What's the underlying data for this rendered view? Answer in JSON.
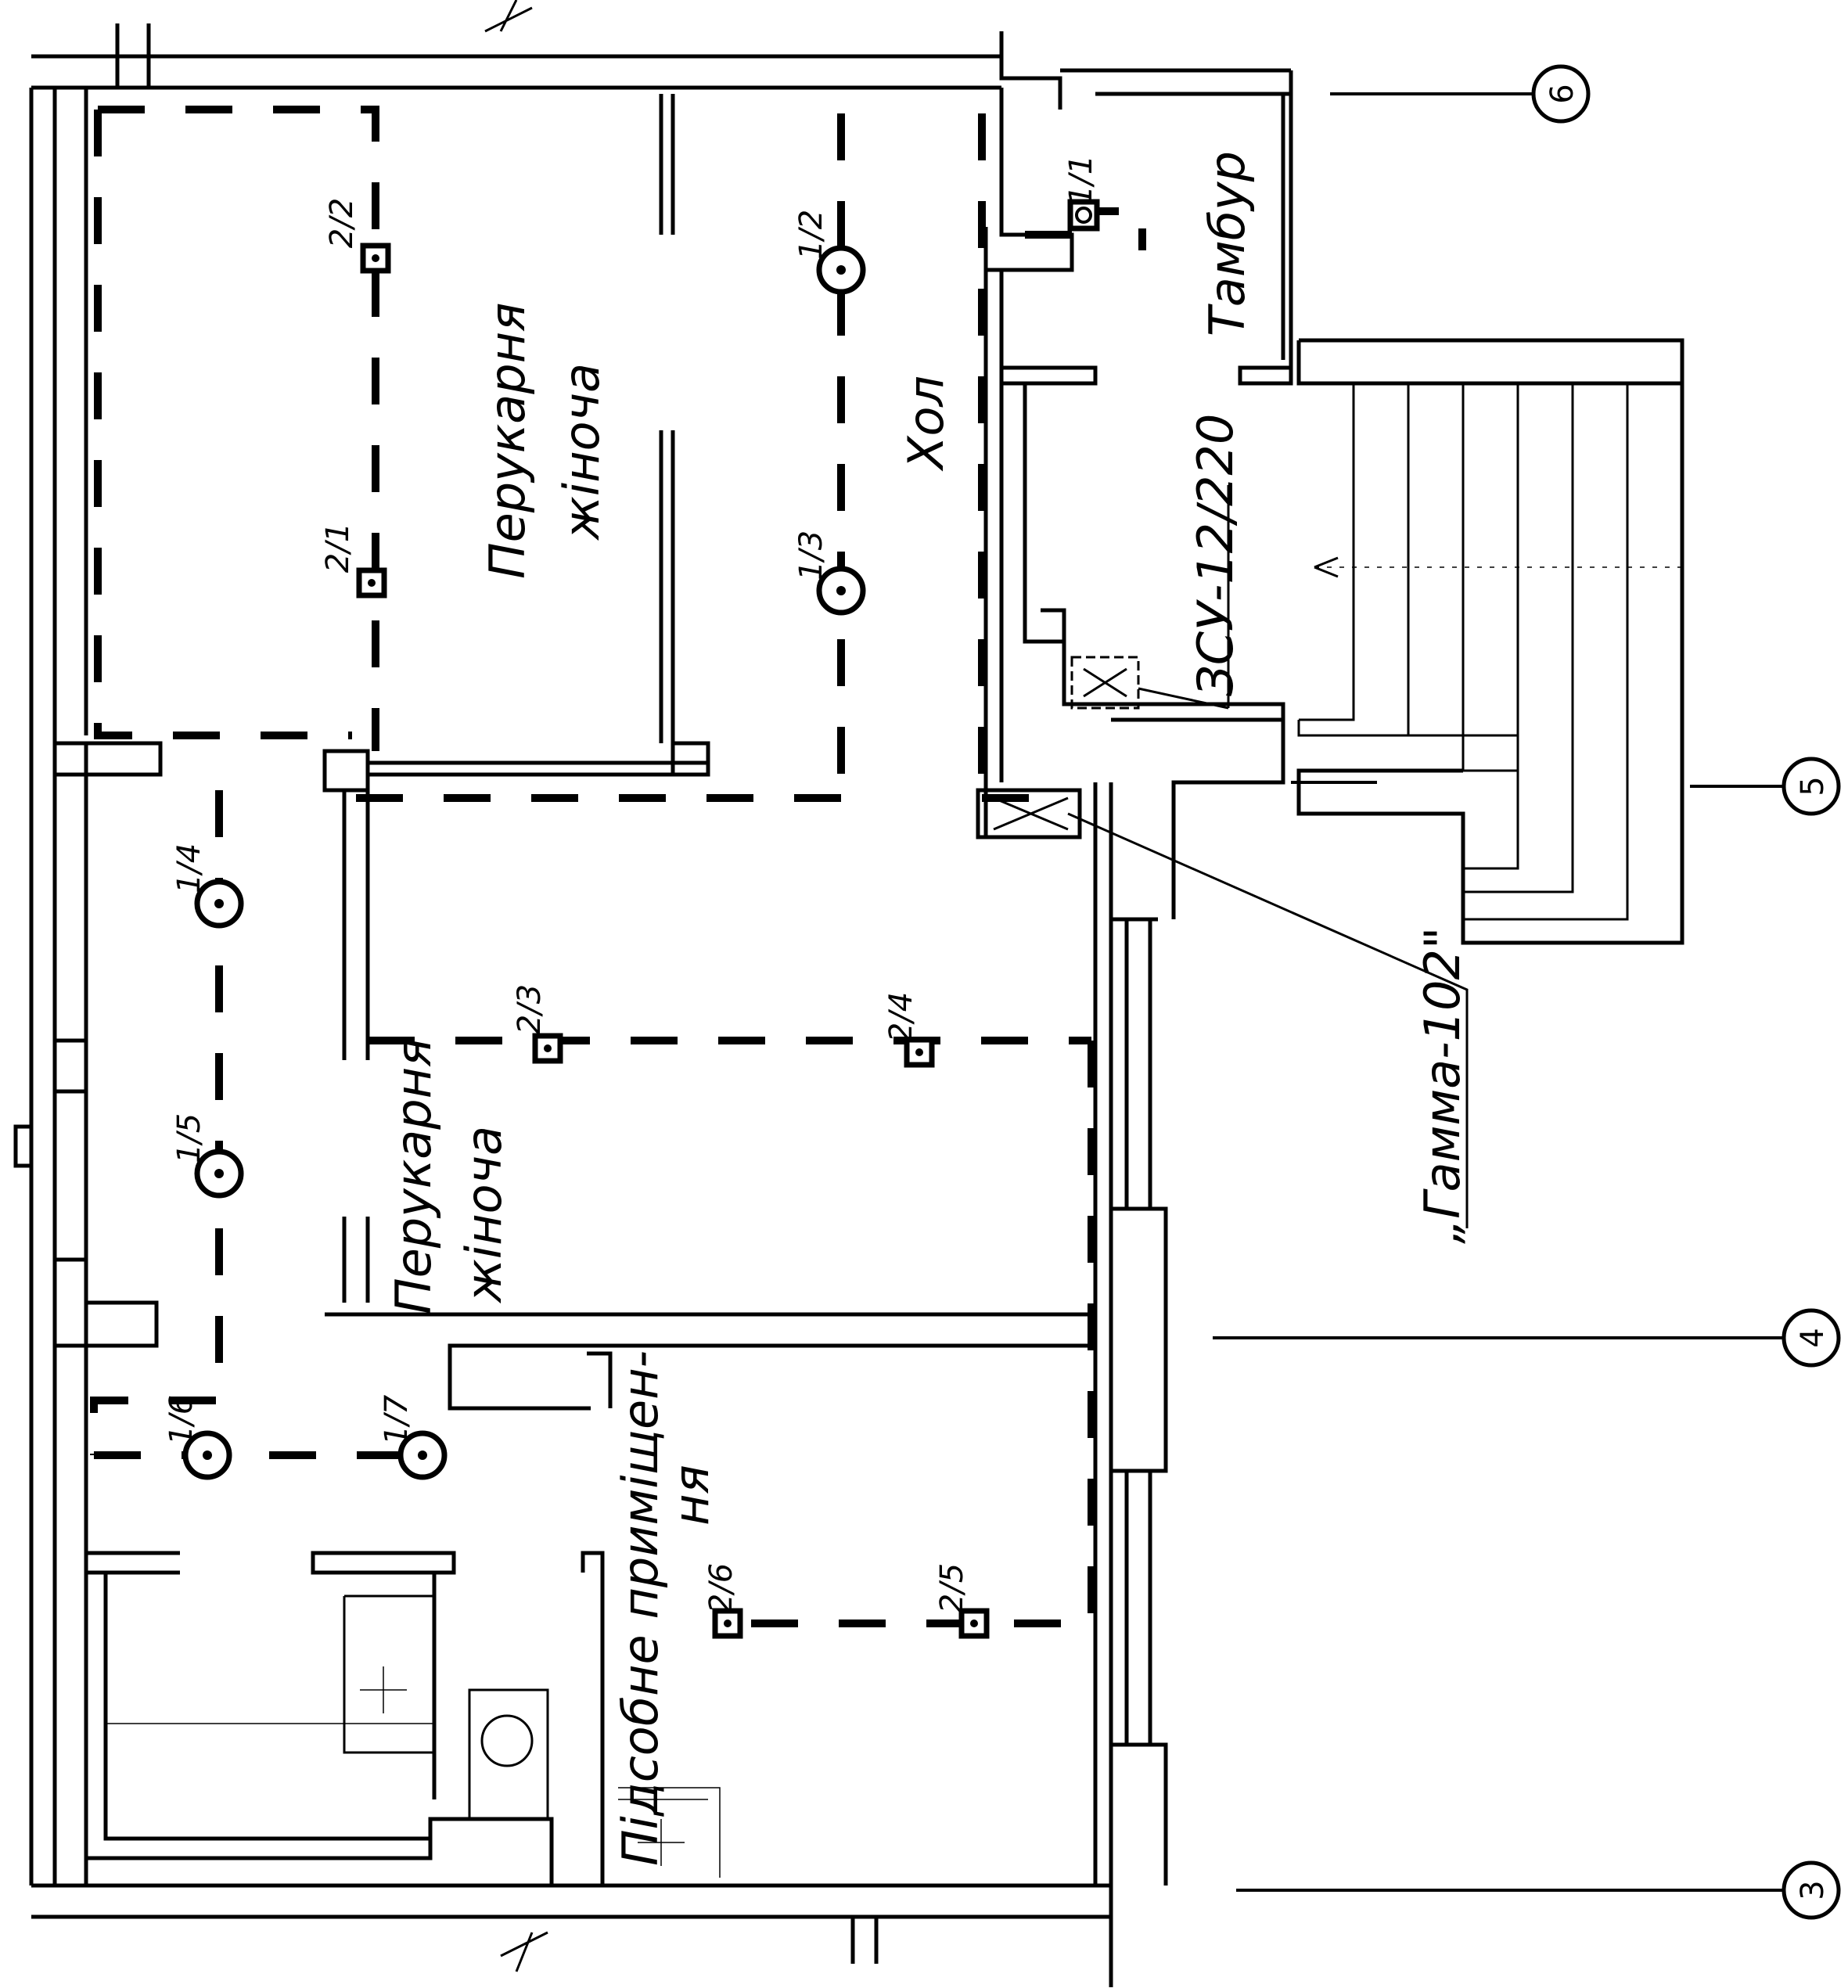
{
  "rooms": {
    "hairdresser_top": {
      "line1": "Перукарня",
      "line2": "жіноча"
    },
    "hall": "Хол",
    "vestibule": "Тамбур",
    "hairdresser_mid": {
      "line1": "Перукарня",
      "line2": "жіноча"
    },
    "utility": {
      "line1": "Підсобне приміщен-",
      "line2": "ня"
    }
  },
  "devices": {
    "panel_label": "ЗСУ-12/220",
    "receiver_label": "„Гамма-102\""
  },
  "detectors": {
    "d11": "1/1",
    "d12": "1/2",
    "d13": "1/3",
    "d14": "1/4",
    "d15": "1/5",
    "d16": "1/6",
    "d17": "1/7",
    "d21": "2/1",
    "d22": "2/2",
    "d23": "2/3",
    "d24": "2/4",
    "d25": "2/5",
    "d26": "2/6"
  },
  "axes": [
    "6",
    "5",
    "4",
    "3"
  ],
  "legend": {
    "smoke_detector_icon": "circle-with-dot",
    "heat_detector_icon": "square-with-dot"
  }
}
